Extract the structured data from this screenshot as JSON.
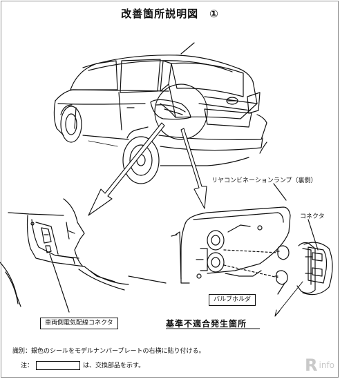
{
  "title": "改善箇所説明図　①",
  "labels": {
    "rear_combination_lamp": "リヤコンビネーションランプ（裏側）",
    "connector": "コネクタ",
    "bulb_holder": "バルブホルダ",
    "body_harness_connector": "車両側電気配線コネクタ",
    "non_conformance_location": "基準不適合発生箇所"
  },
  "notes": {
    "identification": "識別：銀色のシールをモデルナンバープレートの右横に貼り付ける。",
    "caution_prefix": "注：",
    "caution_suffix": "は、交換部品を示す。"
  },
  "watermark": {
    "letter": "R",
    "text": "info"
  }
}
